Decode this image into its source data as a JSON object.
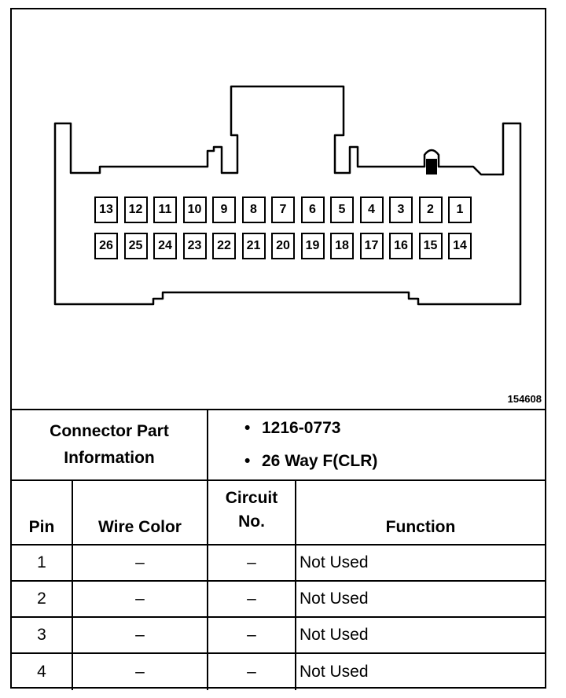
{
  "diagram": {
    "figure_id": "154608",
    "row1_pins": [
      "13",
      "12",
      "11",
      "10",
      "9",
      "8",
      "7",
      "6",
      "5",
      "4",
      "3",
      "2",
      "1"
    ],
    "row2_pins": [
      "26",
      "25",
      "24",
      "23",
      "22",
      "21",
      "20",
      "19",
      "18",
      "17",
      "16",
      "15",
      "14"
    ]
  },
  "part_info": {
    "label_line1": "Connector Part",
    "label_line2": "Information",
    "bullet": "•",
    "part_number": "1216-0773",
    "description": "26 Way F(CLR)"
  },
  "table": {
    "headers": {
      "pin": "Pin",
      "wire_color": "Wire Color",
      "circuit_line1": "Circuit",
      "circuit_line2": "No.",
      "function": "Function"
    },
    "rows": [
      {
        "pin": "1",
        "wire_color": "–",
        "circuit": "–",
        "function": "Not Used"
      },
      {
        "pin": "2",
        "wire_color": "–",
        "circuit": "–",
        "function": "Not Used"
      },
      {
        "pin": "3",
        "wire_color": "–",
        "circuit": "–",
        "function": "Not Used"
      },
      {
        "pin": "4",
        "wire_color": "–",
        "circuit": "–",
        "function": "Not Used"
      }
    ]
  }
}
